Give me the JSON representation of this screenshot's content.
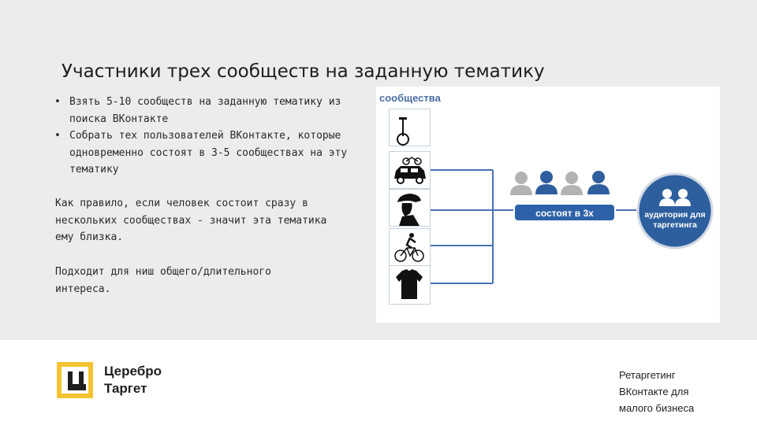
{
  "slide": {
    "title": "Участники трех сообществ на заданную тематику",
    "bullets": [
      "Взять 5-10 сообществ на заданную тематику из поиска ВКонтакте",
      "Собрать тех пользователей ВКонтакте, которые одновременно состоят в 3-5 сообществах на эту тематику"
    ],
    "bullet_marker": "•",
    "paragraph_1": "Как правило, если человек состоит сразу в нескольких сообществах - значит эта тематика ему близка.",
    "paragraph_2": "Подходит для ниш общего/длительного интереса."
  },
  "diagram": {
    "communities_label": "сообщества",
    "communities": [
      {
        "icon": "unicycle-icon"
      },
      {
        "icon": "car-with-bike-icon"
      },
      {
        "icon": "cyclist-helmet-icon"
      },
      {
        "icon": "cyclist-icon"
      },
      {
        "icon": "cycling-jersey-icon"
      }
    ],
    "members_in_3": "состоят в 3х",
    "audience_label": "аудитория для таргетинга",
    "colors": {
      "line": "#4a72b4",
      "badge": "#2d62a8",
      "person_gray": "#b3b3b3",
      "person_blue": "#2f5e9e",
      "circle": "#2d5f9e",
      "header_text": "#4a6ea5"
    }
  },
  "footer": {
    "brand_name": "Церебро\nТаргет",
    "note": "Ретаргетинг\nВКонтакте для\nмалого бизнеса",
    "logo_color": "#f4c430"
  }
}
